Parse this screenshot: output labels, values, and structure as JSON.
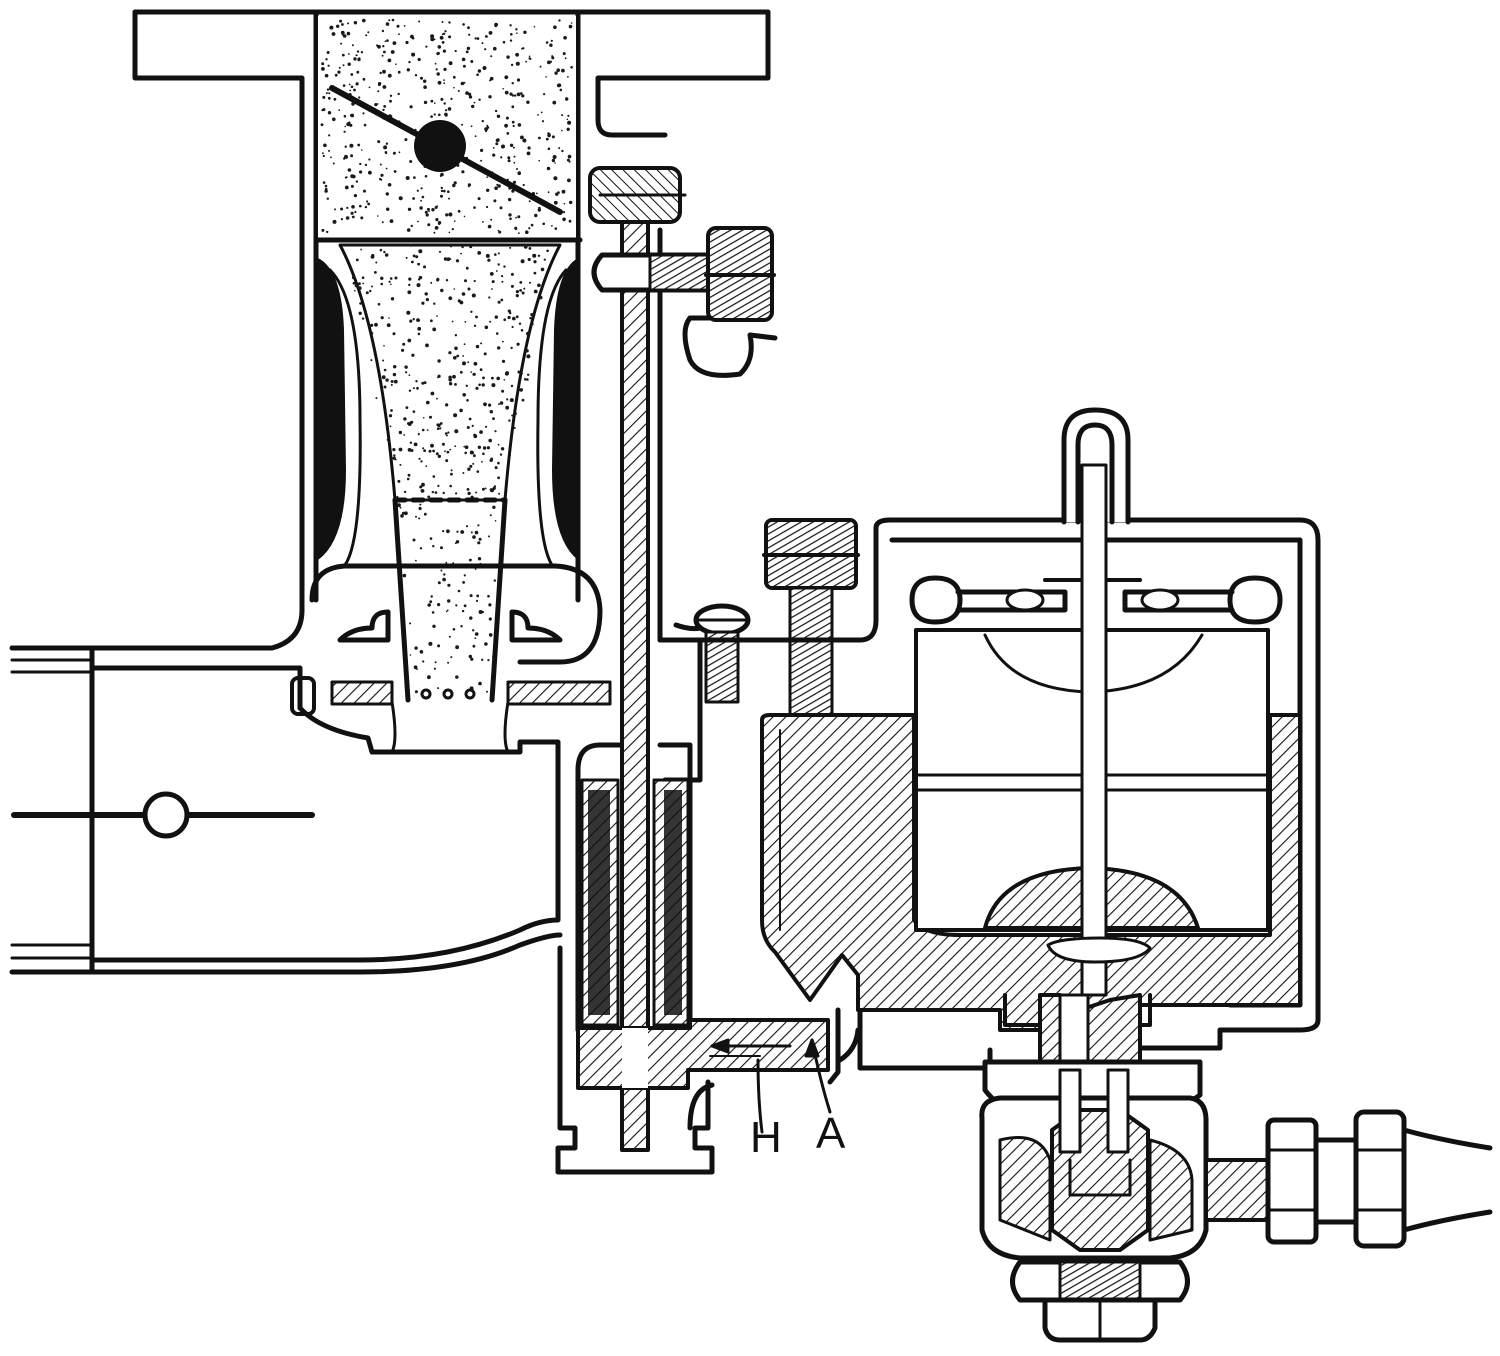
{
  "diagram": {
    "labels": [
      {
        "id": "H",
        "text": "H"
      },
      {
        "id": "A",
        "text": "A"
      }
    ]
  },
  "colors": {
    "ink": "#111111",
    "paper": "#ffffff",
    "stipple": "#1a1a1a"
  }
}
